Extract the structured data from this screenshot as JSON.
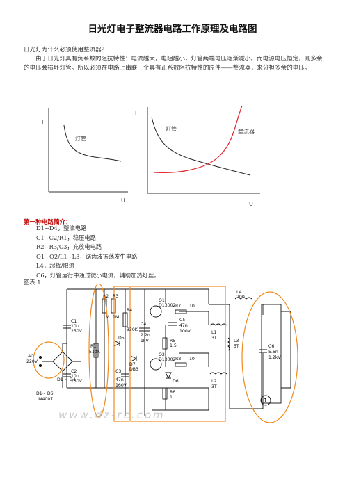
{
  "title": "日光灯电子整流器电路工作原理及电路图",
  "question": "日光灯为什么必须使用整流器？",
  "body": "由于日光灯具有负系数的阻抗特性：电流越大，电阻越小，灯管两端电压逐渐减小。而电源电压恒定，则多余的电压会损坏灯管。所以必须在电路上串联一个具有正系数阻抗特性的原件——整流器，来分担多余的电压。",
  "charts": {
    "left": {
      "ylabel": "I",
      "xlabel": "U",
      "curve_label": "灯管"
    },
    "right": {
      "ylabel": "I",
      "xlabel": "U",
      "lamp_label": "灯管",
      "ballast_label": "整流器",
      "lamp_color": "#222222",
      "ballast_color": "#e0202a"
    }
  },
  "section_heading": "第一种电路简介：",
  "items": [
    "D1~D4，整流电路",
    "C1~C2/R1，稳压电路",
    "R2~R3/C3，充放电电路",
    "Q1~Q2/L1~L3，锯齿波振荡发生电路",
    "L4，起辉/限流",
    "C6，灯管运行中通过微小电流，辅助加热灯丝。"
  ],
  "figure_label": "图表 1",
  "schematic": {
    "labels": {
      "c1": "C1",
      "c1v": "10μ",
      "c1vv": "250V",
      "c2": "C2",
      "c2v": "10μ",
      "c2vv": "250V",
      "r1": "R1",
      "r1v": "510K",
      "r2": "R2",
      "r2v": "1M",
      "r3": "R3",
      "r3v": "1M",
      "r4": "R4",
      "r4v": "330K",
      "c3": "C3",
      "c3v": "47n",
      "c3vv": "160V",
      "d5": "D5",
      "d7": "D7",
      "d7v": "DB3",
      "q1": "Q1",
      "q1v": "D13002",
      "q2": "Q2",
      "q2v": "D13002",
      "c4": "C4",
      "c4v": "2.2n",
      "c4vv": "1kV",
      "c5": "C5",
      "c5v": "47n",
      "c5vv": "100V",
      "r5": "R5",
      "r5v": "1.5",
      "r6": "R6",
      "r6v": "1",
      "r7": "R7",
      "r7v": "10",
      "r8": "R8",
      "r8v": "10",
      "d6": "D6",
      "l1": "L1",
      "l1v": "3T",
      "l2": "L2",
      "l2v": "3T",
      "l3": "L3",
      "l3v": "5T",
      "l4": "L4",
      "l4v": "200T",
      "c6": "C6",
      "c6v": "5.6n",
      "c6vv": "1.2kV",
      "ac": "AC",
      "acv": "220V",
      "d1d4": "D1 ~ D4",
      "d1d6": "D1~ D6",
      "d1d6v": "IN4007",
      "circle": "1",
      "watermark": "www.dz-rc.com"
    },
    "highlight_color": "#f08a1c"
  }
}
